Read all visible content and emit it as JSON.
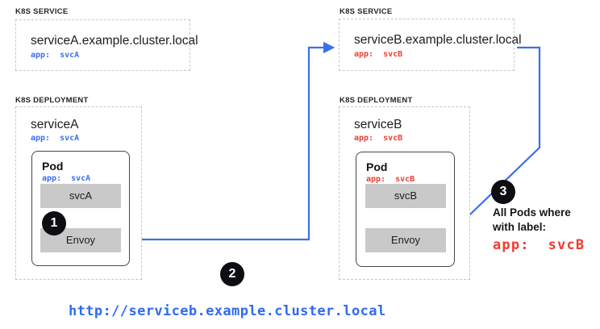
{
  "colors": {
    "accent_blue": "#3b6ff0",
    "accent_red": "#ef3b30",
    "container_gray": "#c9c9c9",
    "badge_black": "#0d0d12"
  },
  "services": [
    {
      "section": "K8S SERVICE",
      "host": "serviceA.example.cluster.local",
      "selector": "app:  svcA"
    },
    {
      "section": "K8S SERVICE",
      "host": "serviceB.example.cluster.local",
      "selector": "app:  svcB"
    }
  ],
  "deployments": [
    {
      "section": "K8S DEPLOYMENT",
      "name": "serviceA",
      "selector": "app:  svcA",
      "pod": {
        "title": "Pod",
        "selector": "app:  svcA",
        "containers": [
          "svcA",
          "Envoy"
        ]
      }
    },
    {
      "section": "K8S DEPLOYMENT",
      "name": "serviceB",
      "selector": "app:  svcB",
      "pod": {
        "title": "Pod",
        "selector": "app:  svcB",
        "containers": [
          "svcB",
          "Envoy"
        ]
      }
    }
  ],
  "badges": [
    "1",
    "2",
    "3"
  ],
  "annotation": {
    "line1": "All Pods where",
    "line2": "with label:",
    "selector": "app:  svcB"
  },
  "footer_url": "http://serviceb.example.cluster.local"
}
